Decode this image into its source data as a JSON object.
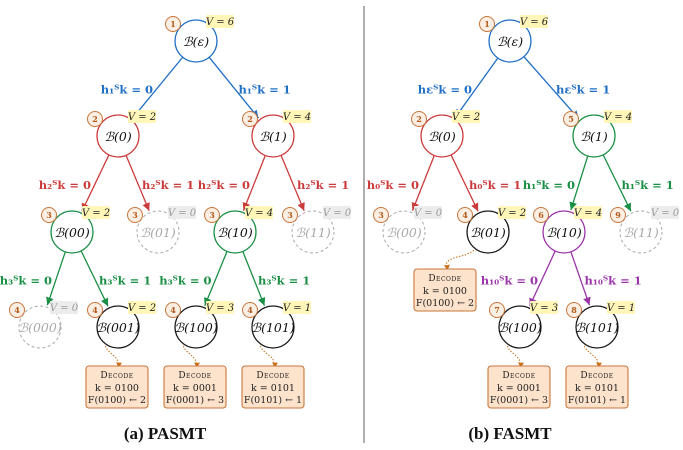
{
  "colors": {
    "blue": "#1f6fc4",
    "red": "#cc3b3b",
    "green": "#1a8f45",
    "purple": "#9a35a8",
    "black": "#1a1a1a",
    "pruned": "#aaaaaa",
    "badge_stroke": "#c8763b",
    "badge_fill": "#fbeee3",
    "badge_text": "#b25a1c",
    "vlabel_fill": "#fff6b8",
    "vlabel_pruned_fill": "#ececec",
    "decode_fill": "#fde3cc",
    "decode_stroke": "#c8763b",
    "decode_arrow": "#c86f1a",
    "divider": "#999999"
  },
  "panels": [
    {
      "caption": "(a) PASMT",
      "nodes": [
        {
          "id": "L-root",
          "label": "ℬ(ε)",
          "order": "1",
          "v": "V = 6",
          "status": "active",
          "color": "blue"
        },
        {
          "id": "L-0",
          "label": "ℬ(0)",
          "order": "2",
          "v": "V = 2",
          "status": "active",
          "color": "red"
        },
        {
          "id": "L-1",
          "label": "ℬ(1)",
          "order": "2",
          "v": "V = 4",
          "status": "active",
          "color": "red"
        },
        {
          "id": "L-00",
          "label": "ℬ(00)",
          "order": "3",
          "v": "V = 2",
          "status": "active",
          "color": "green"
        },
        {
          "id": "L-01",
          "label": "ℬ(01)",
          "order": "3",
          "v": "V = 0",
          "status": "pruned",
          "color": "pruned"
        },
        {
          "id": "L-10",
          "label": "ℬ(10)",
          "order": "3",
          "v": "V = 4",
          "status": "active",
          "color": "green"
        },
        {
          "id": "L-11",
          "label": "ℬ(11)",
          "order": "3",
          "v": "V = 0",
          "status": "pruned",
          "color": "pruned"
        },
        {
          "id": "L-000",
          "label": "ℬ(000)",
          "order": "4",
          "v": "V = 0",
          "status": "pruned",
          "color": "pruned"
        },
        {
          "id": "L-001",
          "label": "ℬ(001)",
          "order": "4",
          "v": "V = 2",
          "status": "leaf",
          "color": "black"
        },
        {
          "id": "L-100",
          "label": "ℬ(100)",
          "order": "4",
          "v": "V = 3",
          "status": "leaf",
          "color": "black"
        },
        {
          "id": "L-101",
          "label": "ℬ(101)",
          "order": "4",
          "v": "V = 1",
          "status": "leaf",
          "color": "black"
        }
      ],
      "edges": [
        {
          "from": "L-root",
          "to": "L-0",
          "label": "h₁ᵀk = 0",
          "color": "blue"
        },
        {
          "from": "L-root",
          "to": "L-1",
          "label": "h₁ᵀk = 1",
          "color": "blue"
        },
        {
          "from": "L-0",
          "to": "L-00",
          "label": "h₂ᵀk = 0",
          "color": "red"
        },
        {
          "from": "L-0",
          "to": "L-01",
          "label": "h₂ᵀk = 1",
          "color": "red"
        },
        {
          "from": "L-1",
          "to": "L-10",
          "label": "h₂ᵀk = 0",
          "color": "red"
        },
        {
          "from": "L-1",
          "to": "L-11",
          "label": "h₂ᵀk = 1",
          "color": "red"
        },
        {
          "from": "L-00",
          "to": "L-000",
          "label": "h₃ᵀk = 0",
          "color": "green"
        },
        {
          "from": "L-00",
          "to": "L-001",
          "label": "h₃ᵀk = 1",
          "color": "green"
        },
        {
          "from": "L-10",
          "to": "L-100",
          "label": "h₃ᵀk = 0",
          "color": "green"
        },
        {
          "from": "L-10",
          "to": "L-101",
          "label": "h₃ᵀk = 1",
          "color": "green"
        }
      ],
      "decodes": [
        {
          "from": "L-001",
          "title": "Decode",
          "k": "k = 0100",
          "f": "F(0100) ← 2"
        },
        {
          "from": "L-100",
          "title": "Decode",
          "k": "k = 0001",
          "f": "F(0001) ← 3"
        },
        {
          "from": "L-101",
          "title": "Decode",
          "k": "k = 0101",
          "f": "F(0101) ← 1"
        }
      ]
    },
    {
      "caption": "(b) FASMT",
      "nodes": [
        {
          "id": "R-root",
          "label": "ℬ(ε)",
          "order": "1",
          "v": "V = 6",
          "status": "active",
          "color": "blue"
        },
        {
          "id": "R-0",
          "label": "ℬ(0)",
          "order": "2",
          "v": "V = 2",
          "status": "active",
          "color": "red"
        },
        {
          "id": "R-1",
          "label": "ℬ(1)",
          "order": "5",
          "v": "V = 4",
          "status": "active",
          "color": "green"
        },
        {
          "id": "R-00",
          "label": "ℬ(00)",
          "order": "3",
          "v": "V = 0",
          "status": "pruned",
          "color": "pruned"
        },
        {
          "id": "R-01",
          "label": "ℬ(01)",
          "order": "4",
          "v": "V = 2",
          "status": "leaf",
          "color": "black"
        },
        {
          "id": "R-10",
          "label": "ℬ(10)",
          "order": "6",
          "v": "V = 4",
          "status": "active",
          "color": "purple"
        },
        {
          "id": "R-11",
          "label": "ℬ(11)",
          "order": "9",
          "v": "V = 0",
          "status": "pruned",
          "color": "pruned"
        },
        {
          "id": "R-100",
          "label": "ℬ(100)",
          "order": "7",
          "v": "V = 3",
          "status": "leaf",
          "color": "black"
        },
        {
          "id": "R-101",
          "label": "ℬ(101)",
          "order": "8",
          "v": "V = 1",
          "status": "leaf",
          "color": "black"
        }
      ],
      "edges": [
        {
          "from": "R-root",
          "to": "R-0",
          "label": "hεᵀk = 0",
          "color": "blue"
        },
        {
          "from": "R-root",
          "to": "R-1",
          "label": "hεᵀk = 1",
          "color": "blue"
        },
        {
          "from": "R-0",
          "to": "R-00",
          "label": "h₀ᵀk = 0",
          "color": "red"
        },
        {
          "from": "R-0",
          "to": "R-01",
          "label": "h₀ᵀk = 1",
          "color": "red"
        },
        {
          "from": "R-1",
          "to": "R-10",
          "label": "h₁ᵀk = 0",
          "color": "green"
        },
        {
          "from": "R-1",
          "to": "R-11",
          "label": "h₁ᵀk = 1",
          "color": "green"
        },
        {
          "from": "R-10",
          "to": "R-100",
          "label": "h₁₀ᵀk = 0",
          "color": "purple"
        },
        {
          "from": "R-10",
          "to": "R-101",
          "label": "h₁₀ᵀk = 1",
          "color": "purple"
        }
      ],
      "decodes": [
        {
          "from": "R-01",
          "title": "Decode",
          "k": "k = 0100",
          "f": "F(0100) ← 2"
        },
        {
          "from": "R-100",
          "title": "Decode",
          "k": "k = 0001",
          "f": "F(0001) ← 3"
        },
        {
          "from": "R-101",
          "title": "Decode",
          "k": "k = 0101",
          "f": "F(0101) ← 1"
        }
      ]
    }
  ]
}
